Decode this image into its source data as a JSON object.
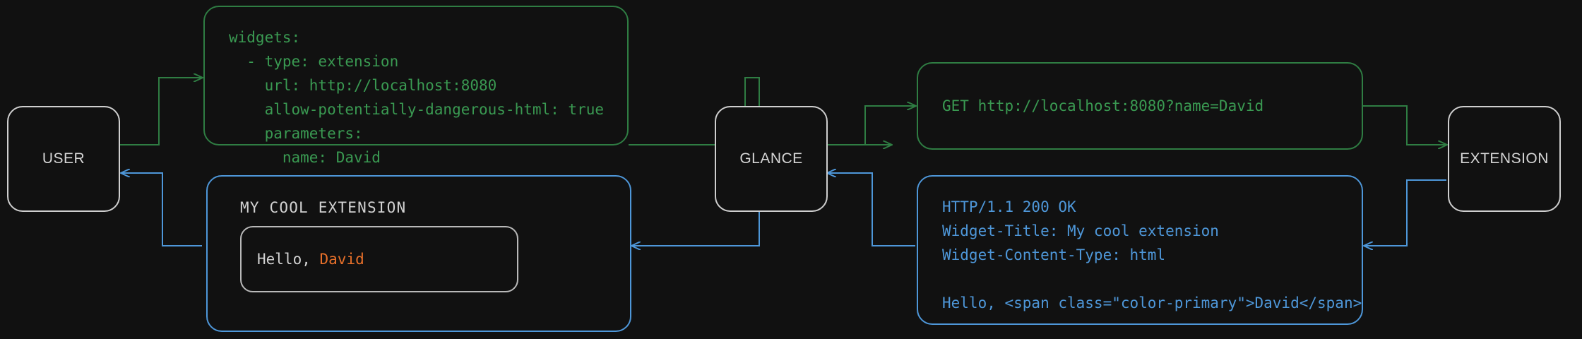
{
  "theme": {
    "background": "#111111",
    "node_border": "#cfcfcf",
    "node_text": "#d6d6d6",
    "request_green": "#3a9a52",
    "request_green_border": "#2f7d43",
    "response_blue": "#4e97d9",
    "accent_orange": "#e8702a",
    "widget_card_border": "#b9b9b9"
  },
  "nodes": {
    "user": {
      "label": "USER"
    },
    "glance": {
      "label": "GLANCE"
    },
    "extension": {
      "label": "EXTENSION"
    }
  },
  "messages": {
    "config_yaml": "widgets:\n  - type: extension\n    url: http://localhost:8080\n    allow-potentially-dangerous-html: true\n    parameters:\n      name: David",
    "http_request": "GET http://localhost:8080?name=David",
    "http_response": "HTTP/1.1 200 OK\nWidget-Title: My cool extension\nWidget-Content-Type: html\n\nHello, <span class=\"color-primary\">David</span>"
  },
  "widget_preview": {
    "title": "MY COOL EXTENSION",
    "greeting_prefix": "Hello, ",
    "greeting_name": "David"
  }
}
